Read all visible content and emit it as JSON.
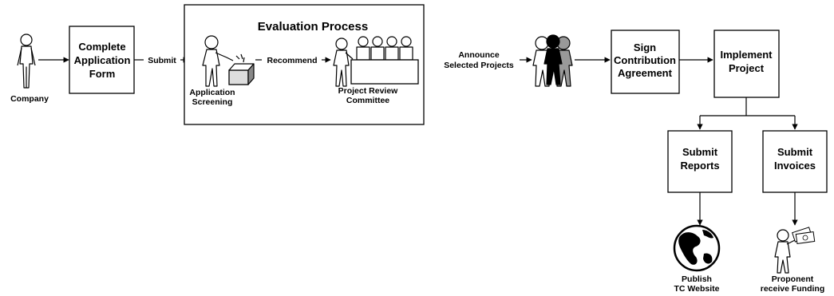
{
  "evaluation": {
    "title": "Evaluation Process"
  },
  "actors": {
    "company": "Company",
    "screening": [
      "Application",
      "Screening"
    ],
    "committee": [
      "Project Review",
      "Committee"
    ]
  },
  "boxes": {
    "complete_form": [
      "Complete",
      "Application",
      "Form"
    ],
    "sign_agreement": [
      "Sign",
      "Contribution",
      "Agreement"
    ],
    "implement": [
      "Implement",
      "Project"
    ],
    "reports": [
      "Submit",
      "Reports"
    ],
    "invoices": [
      "Submit",
      "Invoices"
    ]
  },
  "edges": {
    "submit": "Submit",
    "recommend": "Recommend",
    "announce": [
      "Announce",
      "Selected Projects"
    ]
  },
  "outcomes": {
    "publish": [
      "Publish",
      "TC Website"
    ],
    "funding": [
      "Proponent",
      "receive Funding"
    ]
  }
}
